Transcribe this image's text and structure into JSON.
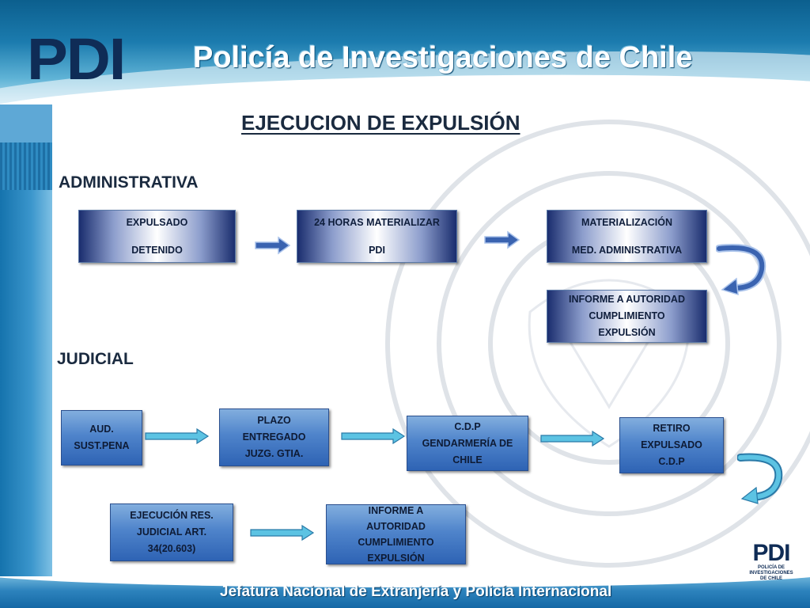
{
  "header": {
    "logo_text": "PDI",
    "title": "Policía de Investigaciones de Chile"
  },
  "main_title": "EJECUCION DE EXPULSIÓN",
  "administrativa": {
    "label": "ADMINISTRATIVA",
    "box1": {
      "line1": "EXPULSADO",
      "line2": "DETENIDO"
    },
    "box2": {
      "line1": "24  HORAS MATERIALIZAR",
      "line2": "PDI"
    },
    "box3": {
      "line1": "MATERIALIZACIÓN",
      "line2": "MED. ADMINISTRATIVA"
    },
    "box4": {
      "line1": "INFORME A AUTORIDAD",
      "line2": "CUMPLIMIENTO",
      "line3": "EXPULSIÓN"
    }
  },
  "judicial": {
    "label": "JUDICIAL",
    "box1": {
      "line1": "AUD.",
      "line2": "SUST.PENA"
    },
    "box2": {
      "line1": "PLAZO",
      "line2": "ENTREGADO",
      "line3": "JUZG. GTIA."
    },
    "box3": {
      "line1": "C.D.P",
      "line2": "GENDARMERÍA DE",
      "line3": "CHILE"
    },
    "box4": {
      "line1": "RETIRO",
      "line2": "EXPULSADO",
      "line3": "C.D.P"
    },
    "box5": {
      "line1": "EJECUCIÓN RES.",
      "line2": "JUDICIAL ART.",
      "line3": "34(20.603)"
    },
    "box6": {
      "line1": "INFORME A",
      "line2": "AUTORIDAD",
      "line3": "CUMPLIMIENTO",
      "line4": "EXPULSIÓN"
    }
  },
  "footer": {
    "text": "Jefatura Nacional de Extranjería y Policía Internacional"
  },
  "corner_logo": {
    "mark": "PDI",
    "line1": "POLICÍA DE INVESTIGACIONES",
    "line2": "DE CHILE"
  },
  "colors": {
    "header_blue": "#1b7bae",
    "title_navy": "#0f2c56",
    "box_blue": "#4f84cb",
    "arrow_dark": "#3a63b0",
    "arrow_cyan": "#5cc3e3"
  }
}
